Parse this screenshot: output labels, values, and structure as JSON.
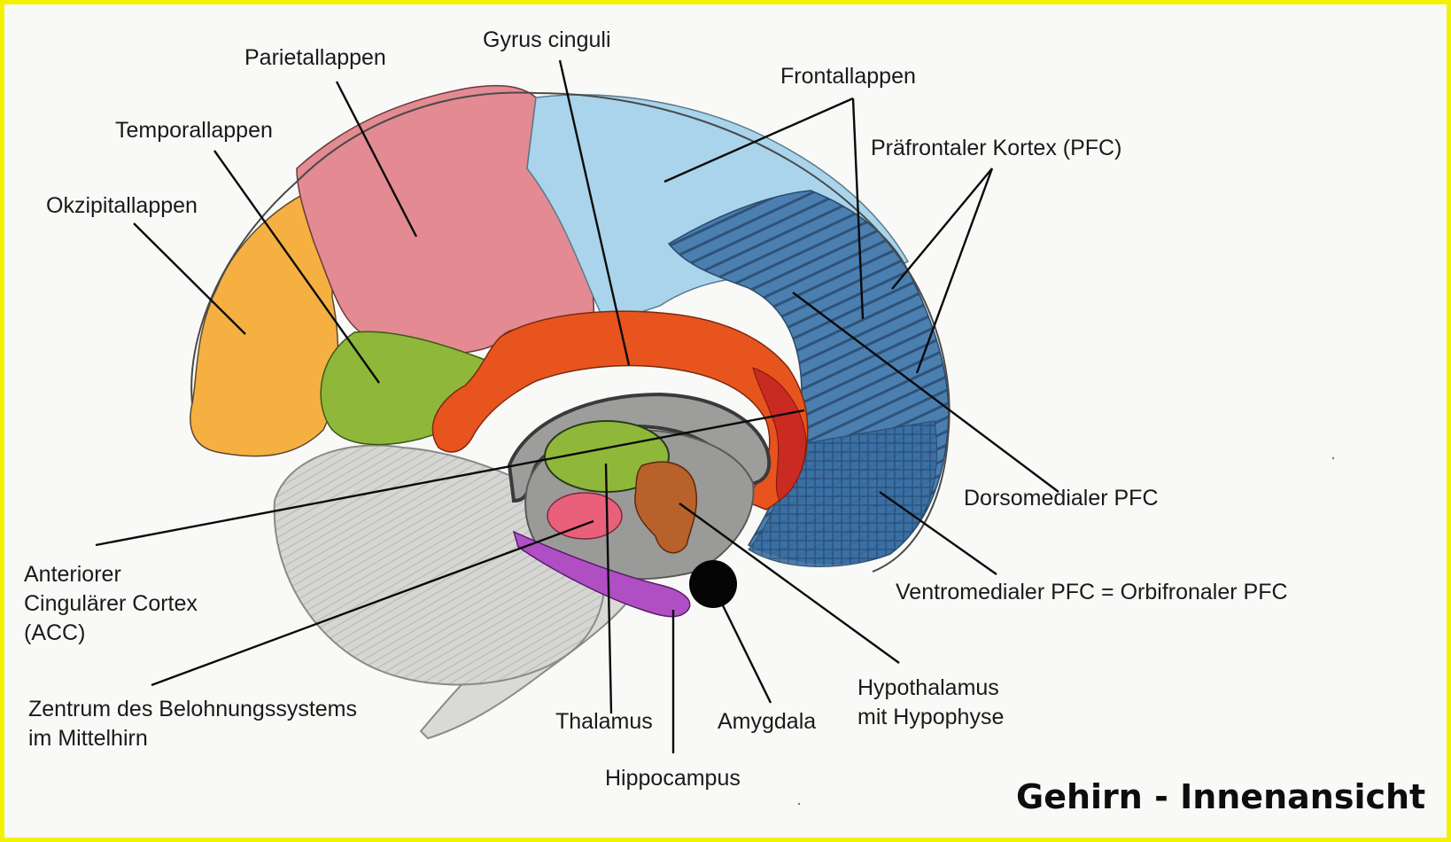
{
  "title": "Gehirn - Innenansicht",
  "labels": {
    "parietallappen": "Parietallappen",
    "gyrus_cinguli": "Gyrus cinguli",
    "frontallappen": "Frontallappen",
    "temporallappen": "Temporallappen",
    "praefrontaler_kortex": "Präfrontaler Kortex (PFC)",
    "okzipitallappen": "Okzipitallappen",
    "dorsomedialer_pfc": "Dorsomedialer PFC",
    "ventromedialer_pfc": "Ventromedialer PFC = Orbifronaler PFC",
    "acc": [
      "Anteriorer",
      "Cingulärer Cortex",
      "(ACC)"
    ],
    "belohnungssystem": [
      "Zentrum des Belohnungssystems",
      "im Mittelhirn"
    ],
    "thalamus": "Thalamus",
    "amygdala": "Amygdala",
    "hypothalamus": [
      "Hypothalamus",
      "mit Hypophyse"
    ],
    "hippocampus": "Hippocampus"
  },
  "colors": {
    "border": "#f2f200",
    "occipital": "#f5b041",
    "parietal": "#e48a92",
    "frontal": "#a9d4ec",
    "prefrontal": "#3d6f9e",
    "temporal": "#8fb83a",
    "cingulate": "#e8541e",
    "acc": "#d9362a",
    "thalamus": "#8fb83a",
    "hypothalamus": "#b8612a",
    "reward_center": "#e8607a",
    "hippocampus": "#b04fc4",
    "amygdala": "#000000",
    "cerebellum": "#cfcfcf",
    "brainstem": "#d8d8d8"
  }
}
